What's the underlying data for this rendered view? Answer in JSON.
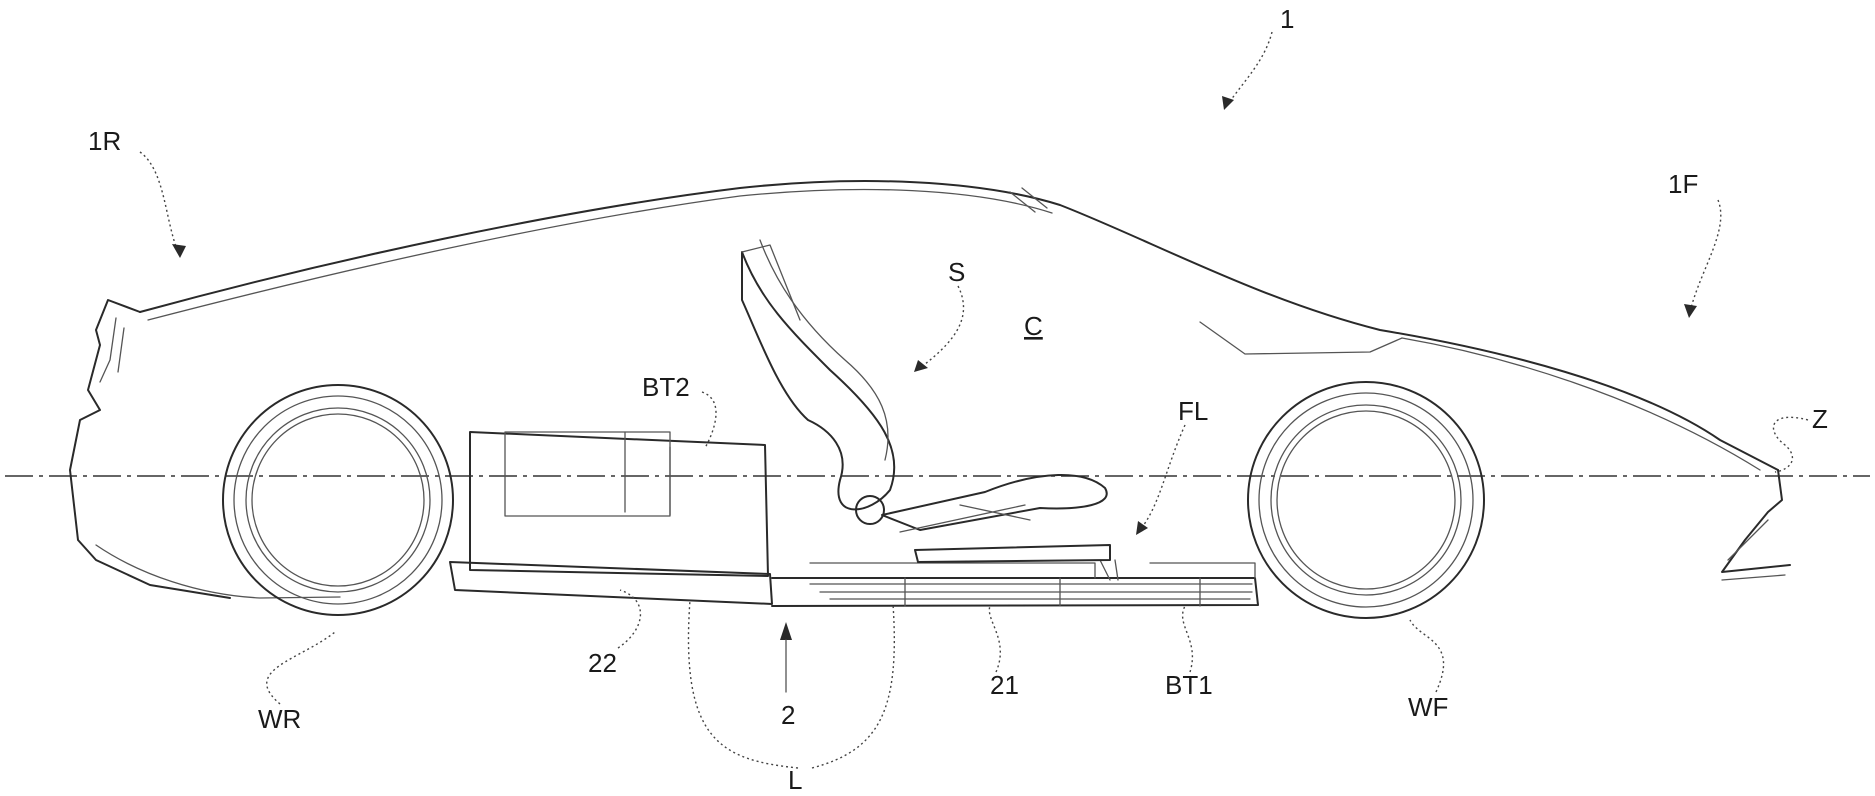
{
  "labels": {
    "vehicle": "1",
    "rear": "1R",
    "front": "1F",
    "seat": "S",
    "cabin": "C",
    "battery_rear": "BT2",
    "floor": "FL",
    "axis": "Z",
    "rear_wheel": "WR",
    "front_wheel": "WF",
    "member_22": "22",
    "member_2": "2",
    "member_21": "21",
    "battery_front": "BT1",
    "longitudinal": "L"
  }
}
